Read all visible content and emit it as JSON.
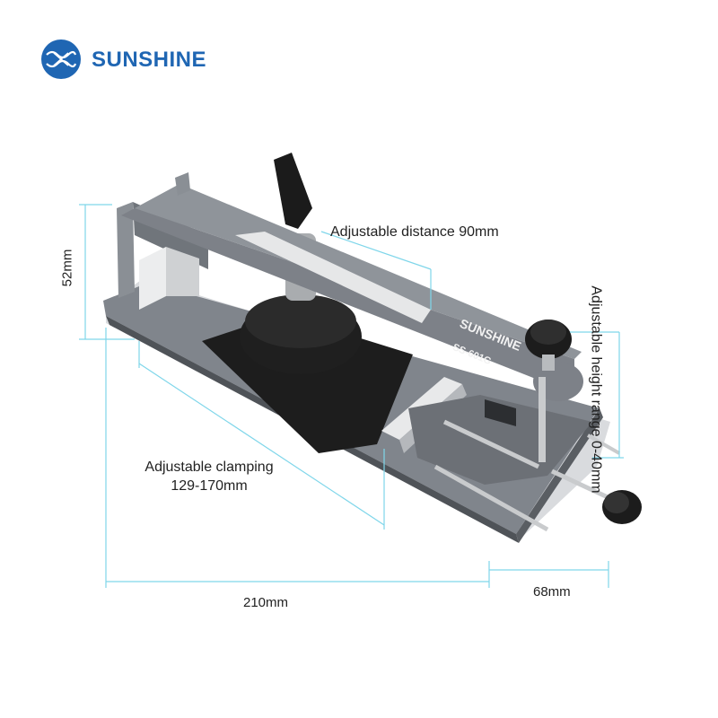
{
  "brand": {
    "name": "SUNSHINE",
    "color": "#1f66b3"
  },
  "product": {
    "brand_mark": "SUNSHINE",
    "model": "SS-601G"
  },
  "annotations": {
    "distance": "Adjustable distance 90mm",
    "height_52": "52mm",
    "height_range": "Adjustable height range 0-40mm",
    "clamping_line1": "Adjustable clamping",
    "clamping_line2": "129-170mm",
    "length_210": "210mm",
    "width_68": "68mm"
  },
  "colors": {
    "dimension_line": "#7fd6ea",
    "metal": "#7c8188",
    "metal_dark": "#5e6268",
    "knob": "#1c1c1c",
    "pad": "#1a1a1a"
  }
}
